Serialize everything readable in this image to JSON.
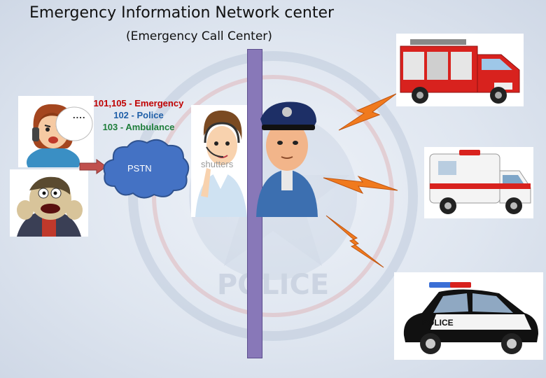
{
  "title": "Emergency Information Network center",
  "subtitle": "(Emergency Call Center)",
  "numbers": {
    "emergency": "101,105 - Emergency",
    "police": "102 - Police",
    "ambulance": "103 - Ambulance"
  },
  "speech_dots": "....",
  "pstn": "PSTN",
  "watermark_word": "shutters",
  "emblem_text": "POLICE",
  "vehicle_text": {
    "truck_plate": "",
    "police_car": "POLICE"
  },
  "colors": {
    "divider": "#8878b8",
    "cloud": "#4472c4",
    "arrow": "#c0504d",
    "lightning": "#f07a1e"
  }
}
